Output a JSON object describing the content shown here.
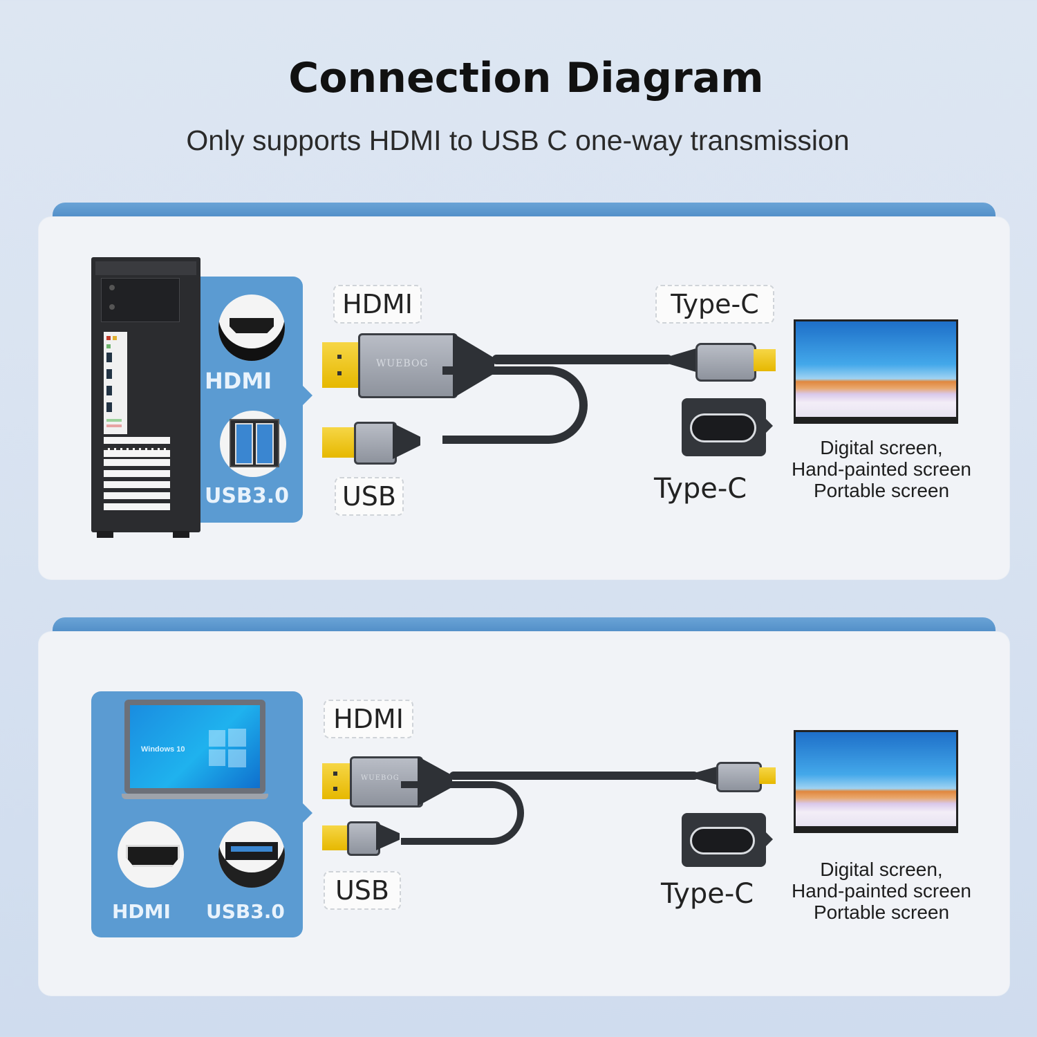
{
  "header": {
    "title": "Connection Diagram",
    "subtitle": "Only supports HDMI to USB C one-way transmission"
  },
  "panels": [
    {
      "source_device": "desktop-tower-pc",
      "source_ports": [
        {
          "icon": "hdmi-port-icon",
          "label": "HDMI"
        },
        {
          "icon": "usb3-port-icon",
          "label": "USB3.0"
        }
      ],
      "cable": {
        "brand": "WUEBOG",
        "hdmi_callout": "HDMI",
        "usb_callout": "USB",
        "typec_callout": "Type-C"
      },
      "target_port_label": "Type-C",
      "target_description": [
        "Digital screen,",
        "Hand-painted screen",
        "Portable screen"
      ]
    },
    {
      "source_device": "laptop",
      "laptop_screen_text": "Windows 10",
      "source_ports": [
        {
          "icon": "hdmi-port-icon",
          "label": "HDMI"
        },
        {
          "icon": "usb3-port-icon",
          "label": "USB3.0"
        }
      ],
      "cable": {
        "brand": "WUEBOG",
        "hdmi_callout": "HDMI",
        "usb_callout": "USB"
      },
      "target_port_label": "Type-C",
      "target_description": [
        "Digital screen,",
        "Hand-painted screen",
        "Portable screen"
      ]
    }
  ],
  "colors": {
    "accent_blue": "#5b9bd2",
    "panel_bar": "#4f8cc6",
    "panel_bg": "#f1f3f7",
    "connector_gold": "#f1cc2a"
  }
}
